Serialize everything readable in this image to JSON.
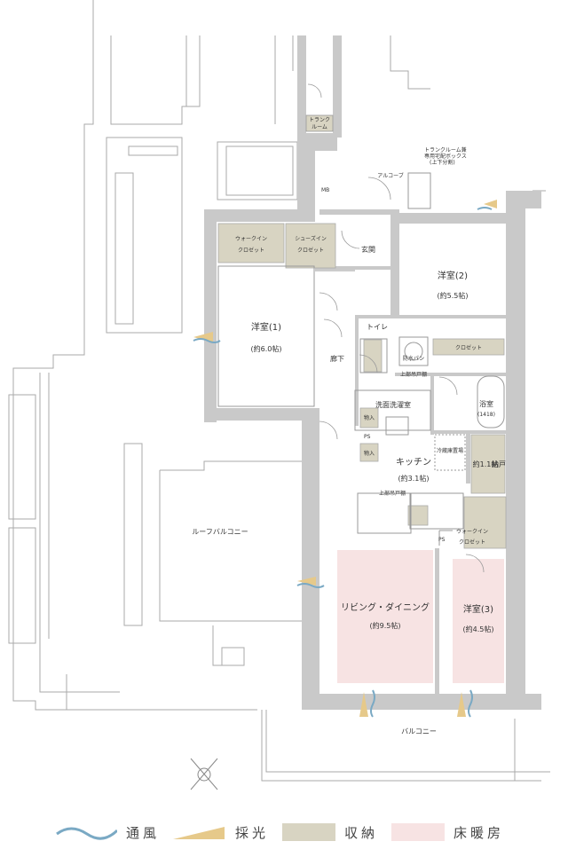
{
  "rooms": {
    "western1": {
      "name": "洋室(1)",
      "size": "(約6.0帖)"
    },
    "western2": {
      "name": "洋室(2)",
      "size": "(約5.5帖)"
    },
    "western3": {
      "name": "洋室(3)",
      "size": "(約4.5帖)"
    },
    "living": {
      "name": "リビング・ダイニング",
      "size": "(約9.5帖)"
    },
    "kitchen": {
      "name": "キッチン",
      "size": "(約3.1帖)"
    },
    "storage": {
      "name": "納戸",
      "size": "約1.1帖"
    },
    "bath": {
      "name": "浴室",
      "size": "(1418)"
    },
    "washroom": "洗面洗濯室",
    "toilet": "トイレ",
    "corridor": "廊下",
    "entrance": "玄関"
  },
  "closets": {
    "wic1": [
      "ウォークイン",
      "クロゼット"
    ],
    "shoes": [
      "シューズイン",
      "クロゼット"
    ],
    "closet2": "クロゼット",
    "wic3": [
      "ウォークイン",
      "クロゼット"
    ]
  },
  "labels": {
    "alcove": "アルコーブ",
    "trunk_room": [
      "トランク",
      "ルーム"
    ],
    "trunk_note": [
      "トランクルーム兼",
      "専用宅配ボックス",
      "(上下分割)"
    ],
    "mb": "MB",
    "roof_balcony": "ルーフバルコニー",
    "balcony": "バルコニー",
    "ps": "PS",
    "storage_small": "物入",
    "waterproof_pan": "防水パン",
    "fridge": "冷蔵庫置場",
    "upper_cabinet": "上部吊戸棚"
  },
  "legend": [
    {
      "name": "ventilation",
      "label": "通風",
      "color": "#7aa9c4"
    },
    {
      "name": "daylight",
      "label": "採光",
      "color": "#e6c98a"
    },
    {
      "name": "storage",
      "label": "収納",
      "color": "#d8d4c2"
    },
    {
      "name": "floor-heating",
      "label": "床暖房",
      "color": "#f7e3e3"
    }
  ],
  "colors": {
    "wall": "#c9c9c9",
    "storage": "#d8d4c2",
    "heating": "#f7e3e3",
    "line": "#999999"
  }
}
